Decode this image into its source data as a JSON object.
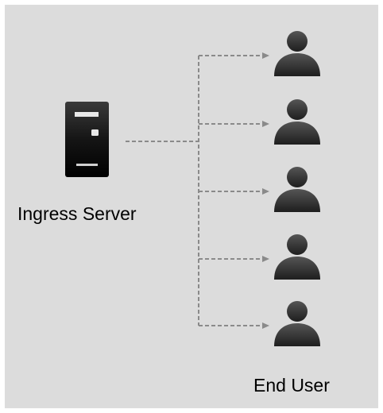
{
  "diagram": {
    "server": {
      "label": "Ingress Server",
      "icon": "server-icon"
    },
    "users": {
      "label": "End User",
      "icon": "user-icon",
      "count": 5
    },
    "connector": {
      "style": "dashed-arrow"
    },
    "colors": {
      "background": "#dcdcdc",
      "line": "#8a8a8a",
      "icon": "#2a2a2a",
      "server_body": "#111111",
      "server_highlight": "#e8e8e8"
    }
  }
}
